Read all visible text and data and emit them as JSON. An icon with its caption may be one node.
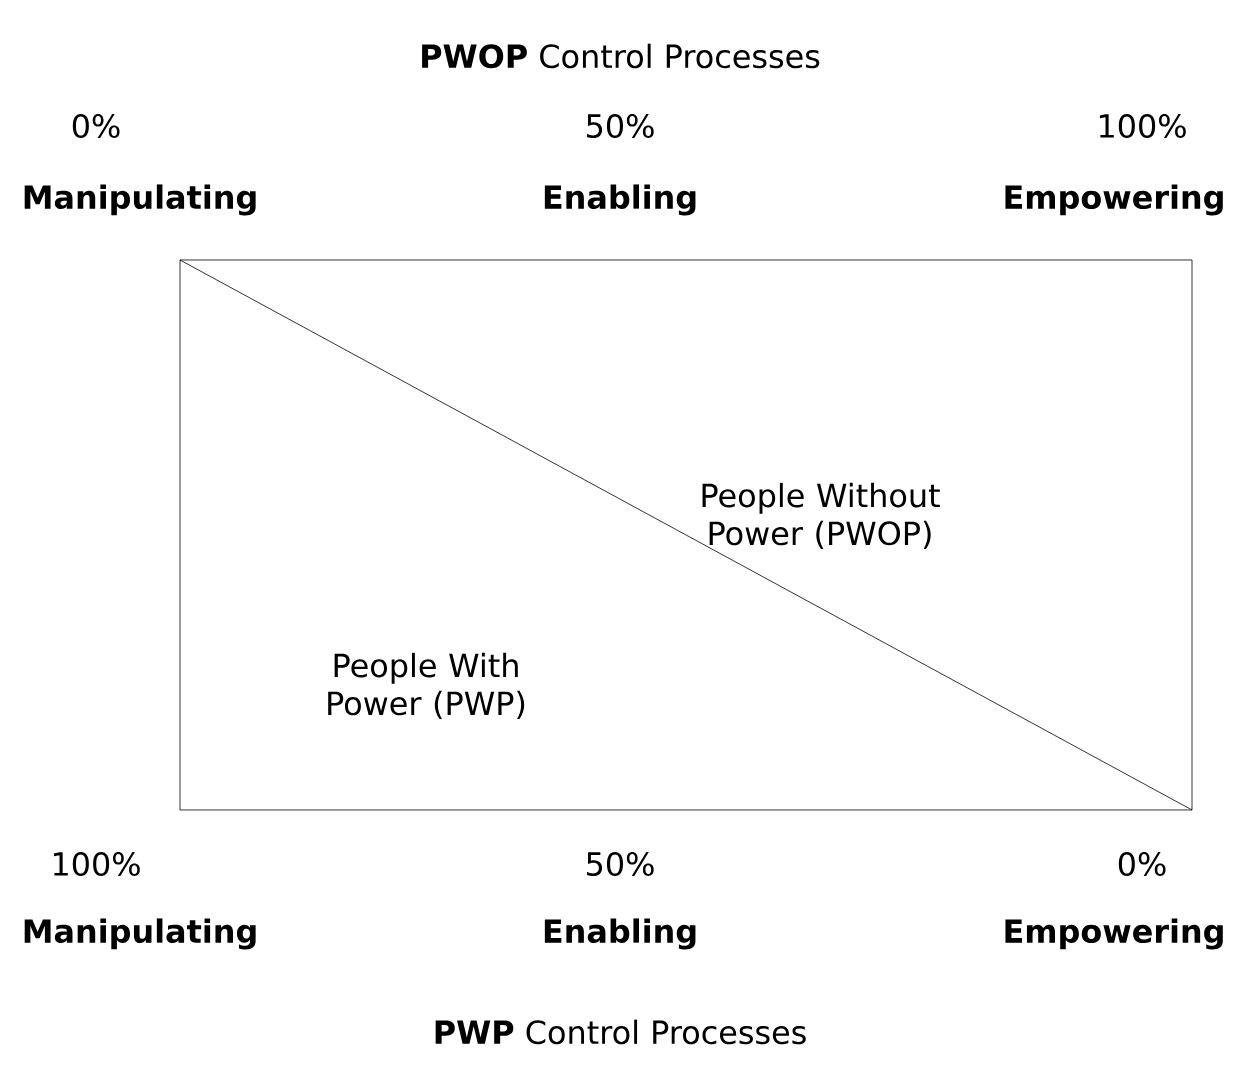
{
  "diagram": {
    "title": "**PWOP** Control Processes",
    "caption": "**PWP** Control Processes",
    "nodes": [
      {
        "text": [
          "People Without Power (PWOP)",
          "People With Power (PWP)"
        ]
      }
    ],
    "labels": [
      "0%",
      "50%",
      "100%",
      "Manipulating",
      "Enabling",
      "Empowering",
      "100%",
      "50%",
      "0%",
      "Manipulating",
      "Enabling",
      "Empowering"
    ]
  }
}
